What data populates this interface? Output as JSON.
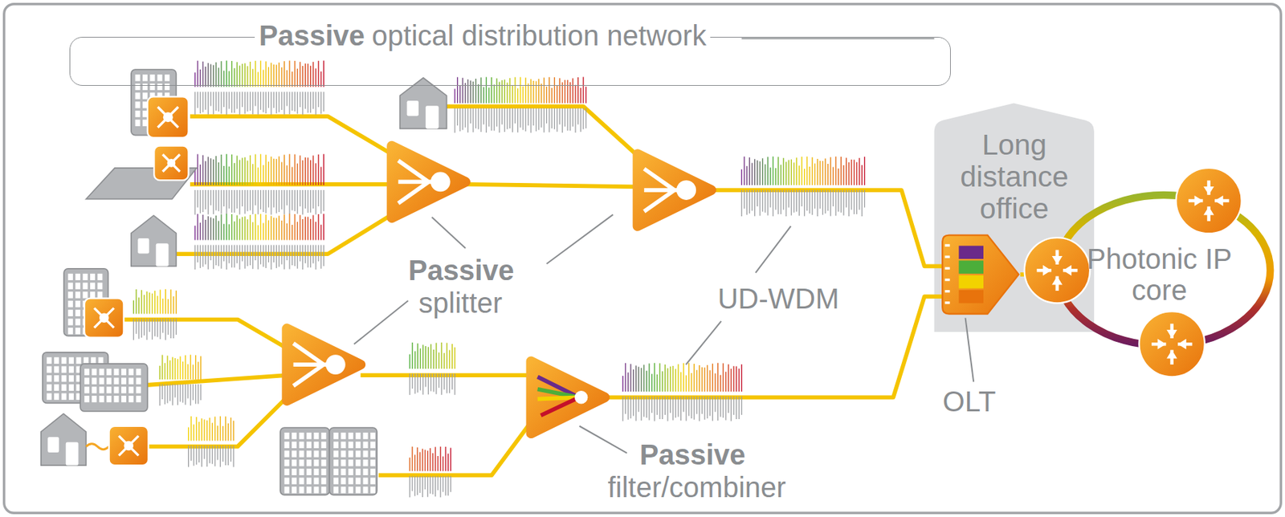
{
  "diagram": {
    "nodes": [
      {
        "text": [
          "Passive",
          "optical distribution network"
        ]
      },
      {
        "text": [
          "Long distance office"
        ]
      },
      {
        "text": [
          "Photonic IP core"
        ]
      }
    ],
    "labels": [
      "Passive",
      "splitter",
      "UD-WDM",
      "OLT",
      "Passive",
      "filter/combiner"
    ]
  }
}
